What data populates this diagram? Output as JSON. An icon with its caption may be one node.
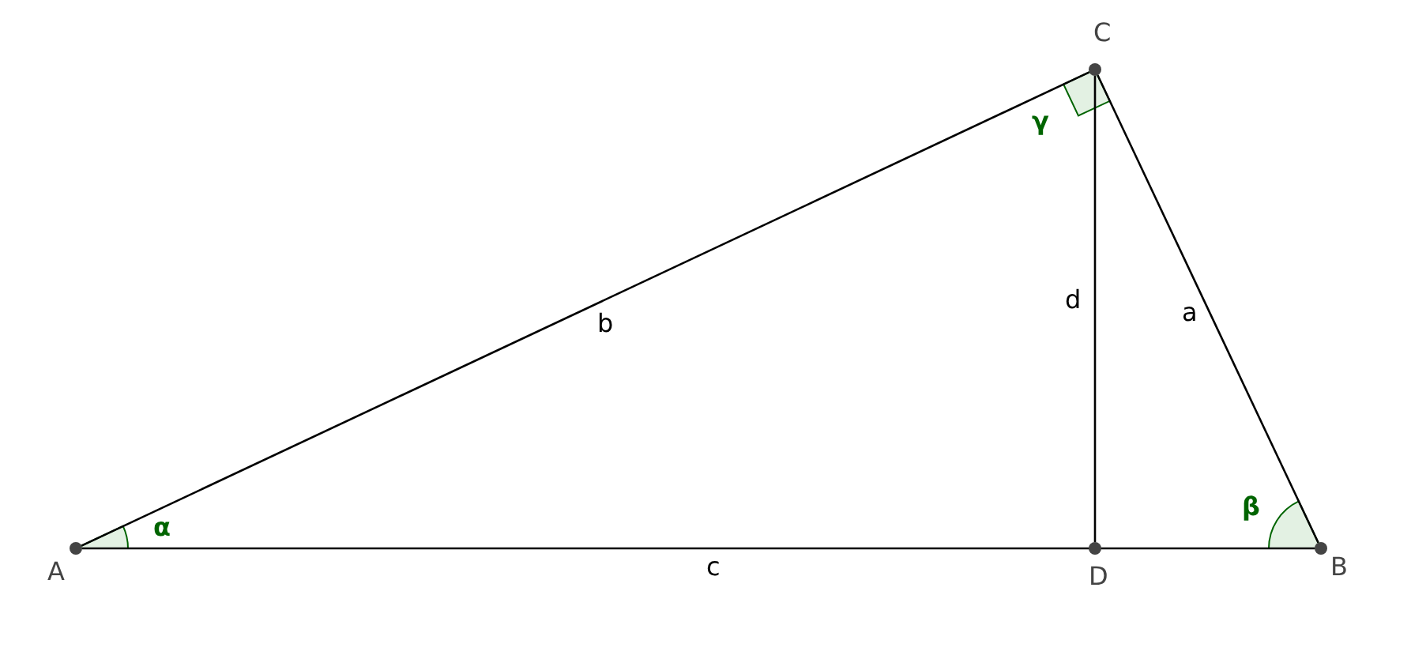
{
  "diagram": {
    "nodes": [
      {
        "text": [
          "A"
        ]
      },
      {
        "text": [
          "B"
        ]
      },
      {
        "text": [
          "C"
        ]
      },
      {
        "text": [
          "D"
        ]
      }
    ],
    "edges": [
      {
        "from": 0,
        "to": 1,
        "arrow": "none",
        "label": "c"
      },
      {
        "from": 0,
        "to": 2,
        "arrow": "none",
        "label": "b"
      },
      {
        "from": 2,
        "to": 1,
        "arrow": "none",
        "label": "a"
      },
      {
        "from": 2,
        "to": 3,
        "arrow": "none",
        "label": "d"
      }
    ],
    "labels": [
      "γ",
      "α",
      "β"
    ]
  }
}
